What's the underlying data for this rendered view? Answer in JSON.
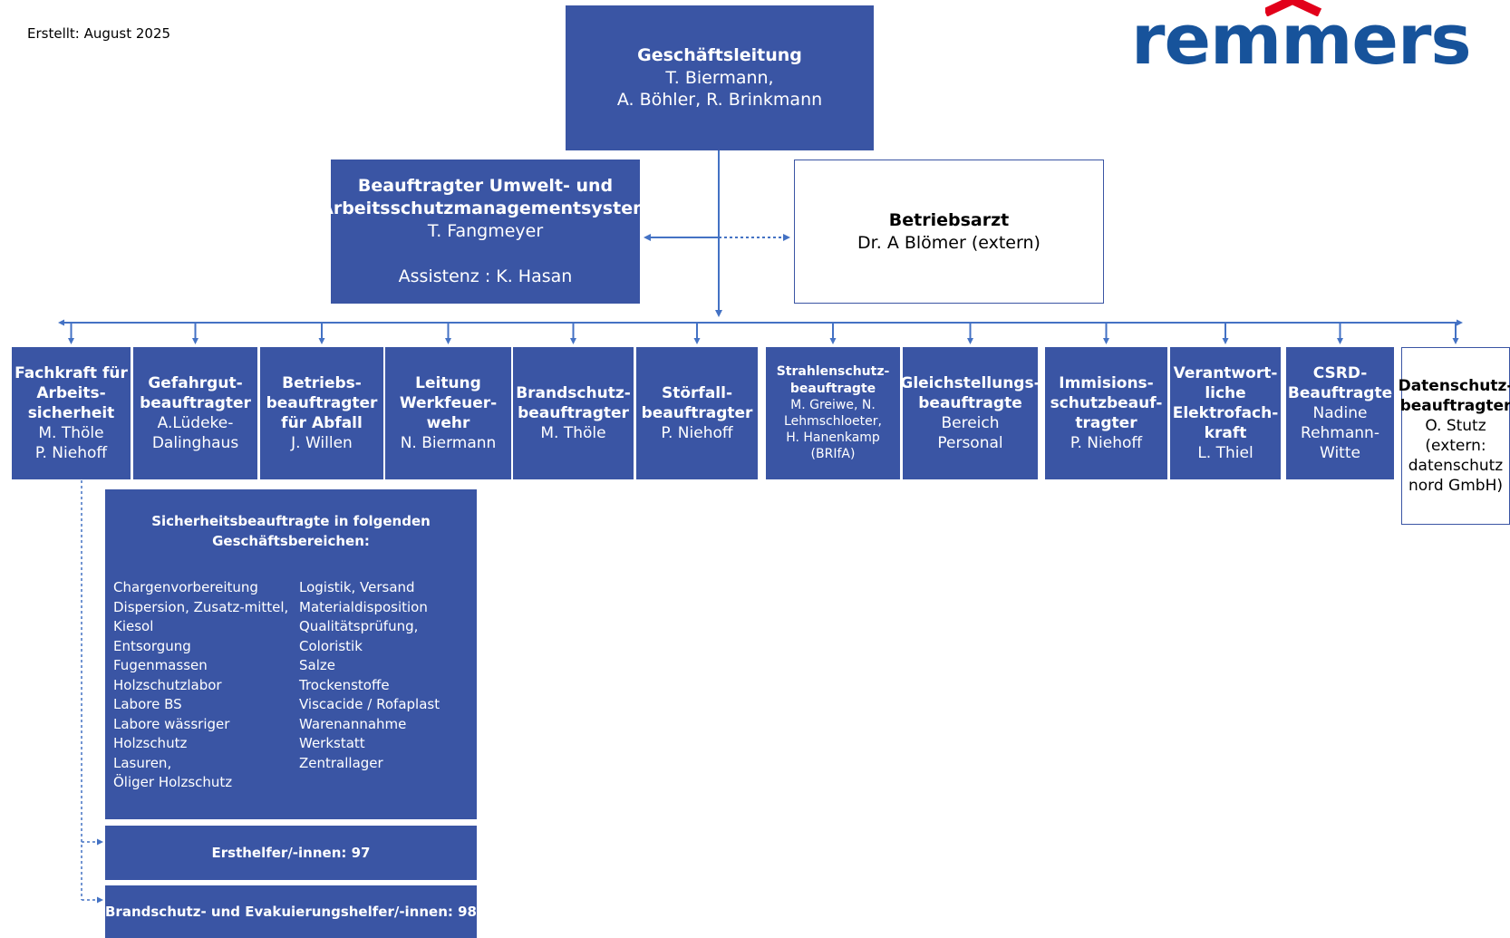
{
  "created": "Erstellt: August 2025",
  "logo": {
    "text": "remmers",
    "color": "#17539b",
    "roof_color": "#e2001a"
  },
  "colors": {
    "box": "#3a55a4",
    "line": "#4472c4"
  },
  "management": {
    "title": "Geschäftsleitung",
    "line1": "T. Biermann,",
    "line2": "A. Böhler, R. Brinkmann"
  },
  "ems": {
    "title1": "Beauftragter Umwelt- und",
    "title2": "Arbeitsschutzmanagementsystem",
    "name": "T. Fangmeyer",
    "assistant": "Assistenz : K. Hasan"
  },
  "doctor": {
    "title": "Betriebsarzt",
    "name": "Dr. A Blömer (extern)"
  },
  "officers": [
    {
      "lines": [
        "Fachkraft für",
        "Arbeits-",
        "sicherheit"
      ],
      "names": [
        "M. Thöle",
        "P. Niehoff"
      ]
    },
    {
      "lines": [
        "Gefahrgut-",
        "beauftragter"
      ],
      "names": [
        "A.Lüdeke-",
        "Dalinghaus"
      ]
    },
    {
      "lines": [
        "Betriebs-",
        "beauftragter",
        "für Abfall"
      ],
      "names": [
        "J. Willen"
      ]
    },
    {
      "lines": [
        "Leitung",
        "Werkfeuer-",
        "wehr"
      ],
      "names": [
        "N. Biermann"
      ]
    },
    {
      "lines": [
        "Brandschutz-",
        "beauftragter"
      ],
      "names": [
        "M. Thöle"
      ]
    },
    {
      "lines": [
        "Störfall-",
        "beauftragter"
      ],
      "names": [
        "P. Niehoff"
      ]
    },
    {
      "lines": [
        "Strahlenschutz-",
        "beauftragte"
      ],
      "names": [
        "M. Greiwe, N.",
        "Lehmschloeter,",
        "H. Hanenkamp",
        "(BRIfA)"
      ]
    },
    {
      "lines": [
        "Gleichstellungs-",
        "beauftragte"
      ],
      "names": [
        "Bereich",
        "Personal"
      ]
    },
    {
      "lines": [
        "Immisions-",
        "schutzbeauf-",
        "tragter"
      ],
      "names": [
        "P. Niehoff"
      ]
    },
    {
      "lines": [
        "Verantwort-",
        "liche",
        "Elektrofach-",
        "kraft"
      ],
      "names": [
        "L. Thiel"
      ]
    },
    {
      "lines": [
        "CSRD-",
        "Beauftragte"
      ],
      "names": [
        "Nadine",
        "Rehmann-",
        "Witte"
      ]
    },
    {
      "lines": [
        "Datenschutz-",
        "beauftragter"
      ],
      "names": [
        "O. Stutz",
        "(extern:",
        "datenschutz",
        "nord GmbH)"
      ]
    }
  ],
  "safety": {
    "title1": "Sicherheitsbeauftragte in folgenden",
    "title2": "Geschäftsbereichen:",
    "col1": [
      "Chargenvorbereitung",
      "Dispersion, Zusatz-mittel,",
      "Kiesol",
      "Entsorgung",
      "Fugenmassen",
      "Holzschutzlabor",
      "Labore BS",
      "Labore wässriger",
      "Holzschutz",
      "Lasuren,",
      "Öliger Holzschutz"
    ],
    "col2": [
      "Logistik, Versand",
      "Materialdisposition",
      "Qualitätsprüfung,",
      "Coloristik",
      "Salze",
      "Trockenstoffe",
      "Viscacide / Rofaplast",
      "Warenannahme",
      "Werkstatt",
      "Zentrallager"
    ]
  },
  "first_aid": "Ersthelfer/-innen: 97",
  "evacuation": "Brandschutz- und Evakuierungshelfer/-innen: 98"
}
